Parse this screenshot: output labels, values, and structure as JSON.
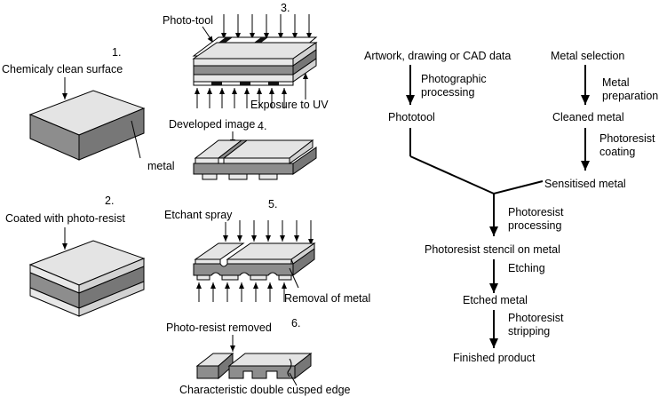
{
  "left_steps": {
    "s1": {
      "number": "1.",
      "label": "Chemicaly clean surface",
      "sub": "metal"
    },
    "s2": {
      "number": "2.",
      "label": "Coated with photo-resist"
    },
    "s3": {
      "number": "3.",
      "label": "Photo-tool",
      "sub": "Exposure to UV"
    },
    "s4": {
      "number": "4.",
      "label": "Developed image"
    },
    "s5": {
      "number": "5.",
      "label": "Etchant spray",
      "sub": "Removal of metal"
    },
    "s6": {
      "number": "6.",
      "label": "Photo-resist removed",
      "sub": "Characteristic double cusped edge"
    }
  },
  "flow": {
    "artwork": "Artwork, drawing or CAD data",
    "photo_proc_1": "Photographic",
    "photo_proc_2": "processing",
    "phototool": "Phototool",
    "metal_sel": "Metal selection",
    "metal_prep_1": "Metal",
    "metal_prep_2": "preparation",
    "cleaned": "Cleaned metal",
    "pr_coat_1": "Photoresist",
    "pr_coat_2": "coating",
    "sensitised": "Sensitised metal",
    "pr_proc_1": "Photoresist",
    "pr_proc_2": "processing",
    "stencil": "Photoresist stencil on metal",
    "etching": "Etching",
    "etched": "Etched metal",
    "strip_1": "Photoresist",
    "strip_2": "stripping",
    "finished": "Finished product"
  }
}
